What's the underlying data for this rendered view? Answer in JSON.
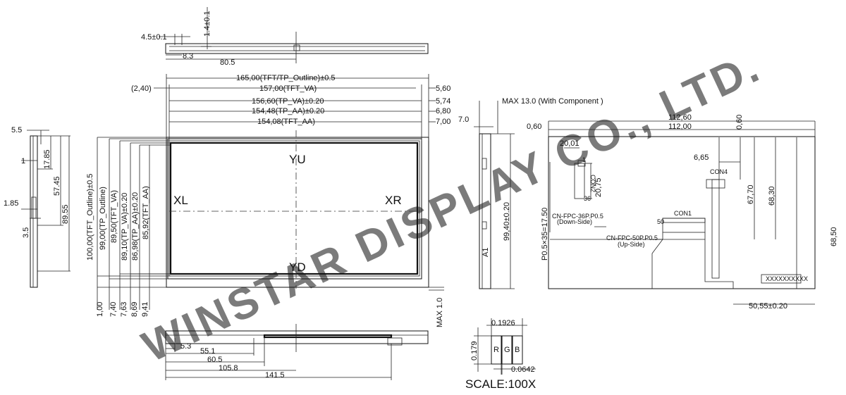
{
  "watermark": "WINSTAR DISPLAY CO., LTD.",
  "top_view": {
    "dim_thickness": "4.5±0.1",
    "dim_tp": "1.4±0.1",
    "dim_8_3": "8.3",
    "dim_80_5": "80.5"
  },
  "front_view": {
    "h_dims": {
      "tft_tp_outline": "165,00(TFT/TP_Outline)±0.5",
      "tft_va": "157,00(TFT_VA)",
      "tp_va": "156,60(TP_VA)±0.20",
      "tp_aa": "154,48(TP_AA)±0.20",
      "tft_aa": "154,08(TFT_AA)"
    },
    "left_offset": "(2,40)",
    "right_offsets": [
      "5,60",
      "5,74",
      "6,80",
      "7,00"
    ],
    "v_dims": {
      "tft_outline": "100,00(TFT_Outline)±0.5",
      "tp_outline": "99,00(TP_Outline)",
      "tft_va": "89,50(TFT_VA)",
      "tp_va": "89,10(TP_VA)±0.20",
      "tp_aa": "86,98(TP_AA)±0.20",
      "tft_aa": "85,92(TFT_AA)"
    },
    "bottom_offsets": [
      "1,00",
      "7,40",
      "7,63",
      "8,69",
      "9,41"
    ],
    "labels": {
      "yu": "YU",
      "yd": "YD",
      "xl": "XL",
      "xr": "XR"
    },
    "max_1": "MAX 1.0"
  },
  "left_view": {
    "dims": [
      "5.5",
      "17.85",
      "1",
      "57.45",
      "89.55",
      "1.85",
      "3.5"
    ]
  },
  "side_view": {
    "dim_7": "7.0",
    "max_13": "MAX 13.0 (With Component )",
    "height": "99,40±0.20",
    "a1": "A1"
  },
  "back_view": {
    "dim_112_60": "112,60",
    "dim_112_00": "112,00",
    "dim_0_60_l": "0,60",
    "dim_0_60_r": "0,60",
    "dim_20_01": "20,01",
    "dim_6_65": "6,65",
    "dim_20_75": "20,75",
    "dim_67_70": "67,70",
    "dim_68_30": "68,30",
    "dim_68_50": "68,50",
    "dim_pitch": "P0.5×35=17.50",
    "dim_50_55": "50,55±0.20",
    "con4": "CON4",
    "con2": "CON2",
    "con1": "CON1",
    "cn_fpc_36": "CN-FPC-36P.P0.5",
    "down_side": "(Down-Side)",
    "cn_fpc_50": "CN-FPC-50P.P0.5",
    "up_side": "(Up-Side)",
    "label_x": "XXXXXXXXXX",
    "pin36": "36",
    "pin1": "1",
    "pin50": "50"
  },
  "bottom_view": {
    "dims": [
      "5.3",
      "55.1",
      "60.5",
      "105.8",
      "141.5"
    ]
  },
  "pixel_detail": {
    "width": "0.1926",
    "height": "0.179",
    "gap": "0.0642",
    "subpixels": [
      "R",
      "G",
      "B"
    ],
    "scale": "SCALE:100X"
  }
}
